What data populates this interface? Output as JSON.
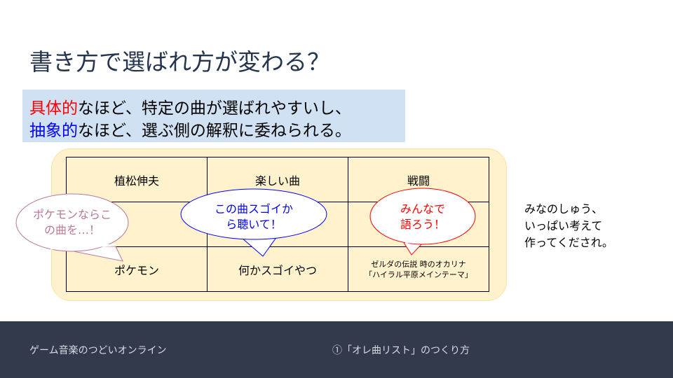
{
  "title": "書き方で選ばれ方が変わる？",
  "banner": {
    "line1_em": "具体的",
    "line1_rest": "なほど、特定の曲が選ばれやすいし、",
    "line2_em": "抽象的",
    "line2_rest": "なほど、選ぶ側の解釈に委ねられる。"
  },
  "table": {
    "rows": [
      [
        "植松伸夫",
        "楽しい曲",
        "戦闘"
      ],
      [
        "",
        "",
        ""
      ],
      [
        "ポケモン",
        "何かスゴイやつ",
        "ゼルダの伝説 時のオカリナ「ハイラル平原メインテーマ」"
      ]
    ],
    "zelda_line1": "ゼルダの伝説 時のオカリナ",
    "zelda_line2": "「ハイラル平原メインテーマ」"
  },
  "bubbles": {
    "pink_l1": "ポケモンならこ",
    "pink_l2": "の曲を…！",
    "blue_l1": "この曲スゴイか",
    "blue_l2": "ら聴いて！",
    "red_l1": "みんなで",
    "red_l2": "語ろう！"
  },
  "colors": {
    "pink": "#b9789a",
    "blue": "#0000ff",
    "red": "#ff0000"
  },
  "side_note": {
    "l1": "みなのしゅう、",
    "l2": "いっぱい考えて",
    "l3": "作ってくだされ。"
  },
  "footer": {
    "left": "ゲーム音楽のつどいオンライン",
    "center": "①「オレ曲リスト」のつくり方"
  }
}
